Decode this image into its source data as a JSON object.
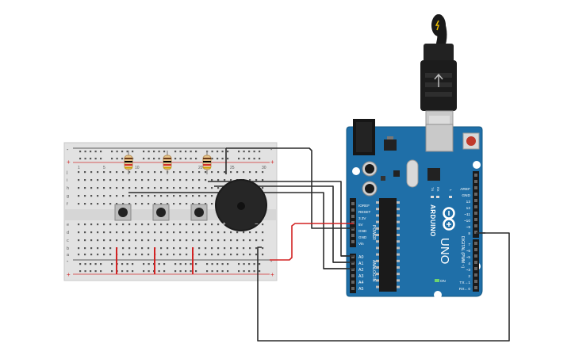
{
  "colors": {
    "board": "#1f6fa8",
    "board_edge": "#155883",
    "breadboard": "#e2e2e2",
    "breadboard_edge": "#c8c8c8",
    "rail_red": "#d22f2f",
    "rail_black": "#333333",
    "wire_black": "#2b2b2b",
    "wire_red": "#d22222",
    "usb": "#1a1a1a",
    "metal": "#c9c9c9"
  },
  "breadboard": {
    "rail_plus": "+",
    "rail_minus": "-",
    "row_letters_top": [
      "j",
      "i",
      "h",
      "g",
      "f"
    ],
    "row_letters_bottom": [
      "e",
      "d",
      "c",
      "b",
      "a"
    ],
    "col_numbers": [
      "1",
      "5",
      "10",
      "15",
      "20",
      "25",
      "30"
    ],
    "resistor_count": 3,
    "button_count": 3
  },
  "buzzer": {
    "plus": "+",
    "minus": "−"
  },
  "arduino": {
    "logo_text": "ARDUINO",
    "model": "UNO",
    "on_label": "ON",
    "header_top": [
      "AREF",
      "GND",
      "13",
      "12",
      "~11",
      "~10",
      "~9",
      "8"
    ],
    "header_bottom": [
      "7",
      "~6",
      "~5",
      "4",
      "~3",
      "2",
      "TX→1",
      "RX←0"
    ],
    "digital_label": "DIGITAL (PWM ~)",
    "power_pins": [
      "IOREF",
      "RESET",
      "3.3V",
      "5V",
      "GND",
      "GND",
      "Vin"
    ],
    "power_label": "POWER",
    "analog_pins": [
      "A0",
      "A1",
      "A2",
      "A3",
      "A4",
      "A5"
    ],
    "analog_label": "ANALOG IN",
    "led_labels": [
      "TX",
      "RX",
      "L"
    ]
  }
}
